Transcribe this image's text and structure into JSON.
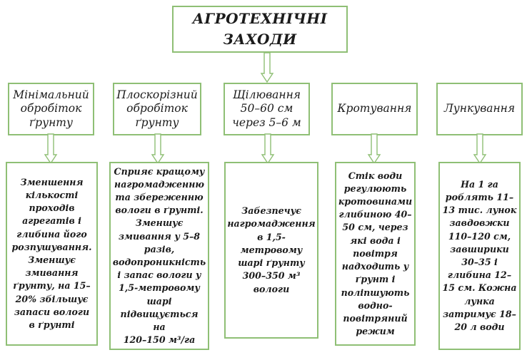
{
  "title": "АГРОТЕХНІЧНІ\nЗАХОДИ",
  "columns": [
    {
      "name": "Мінімальний\nобробіток\nґрунту",
      "description": "Зменшення\nкількості\nпроходів\nагрегатів і\nглибина його\nрозпушування.\nЗменшує\nзмивання\nґрунту, на 15–\n20% збільшує\nзапаси вологи\nв ґрунті"
    },
    {
      "name": "Плоскорізний\nобробіток\nґрунту",
      "description": "Сприяє кращому\nнагромадженню\nта збереженню\nвологи в ґрунті.\nЗменшує\nзмивання у 5–8\nразів,\nводопроникність\nі запас вологи у\n1,5-метровому\nшарі\nпідвищується на\n120–150 м³/га"
    },
    {
      "name": "Щілювання\n50–60 см\nчерез 5–6 м",
      "description": "Забезпечує\nнагромадження\nв 1,5-\nметровому\nшарі ґрунту\n300–350 м³\nвологи"
    },
    {
      "name": "Кротування",
      "description": "Стік води\nрегулюють\nкротовинами\nглибиною 40–\n50 см, через\nякі вода і\nповітря\nнадходить у\nґрунт і\nполіпшують\nводно-\nповітряний\nрежим"
    },
    {
      "name": "Лункування",
      "description": "На 1 га\nроблять 11–\n13 тис. лунок\nзавдовжки\n110–120 см,\nзавширики\n30–35 і\nглибина 12–\n15 см. Кожна\nлунка\nзатримує 18–\n20 л води"
    }
  ]
}
